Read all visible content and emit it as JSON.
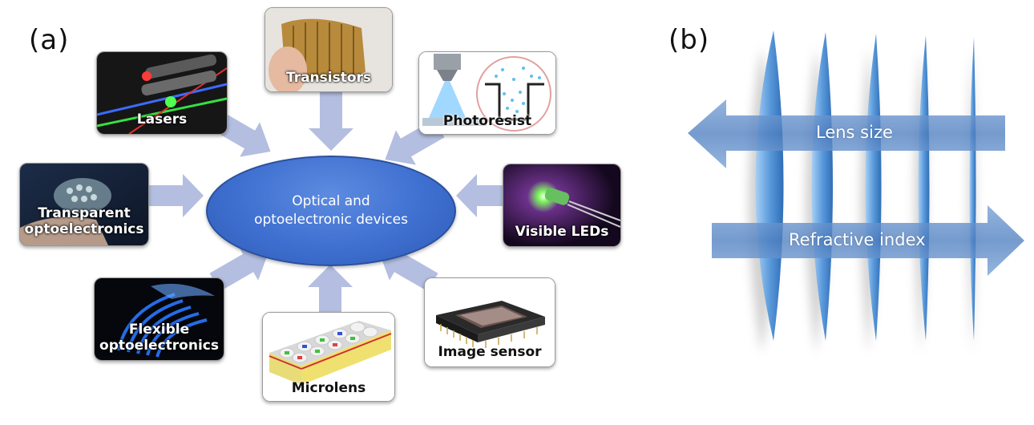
{
  "panel_a": {
    "label": "(a)",
    "center": {
      "line1": "Optical and",
      "line2": "optoelectronic devices"
    },
    "tiles": {
      "transistors": "Transistors",
      "lasers": "Lasers",
      "photoresist": "Photoresist",
      "transparent_line1": "Transparent",
      "transparent_line2": "optoelectronics",
      "visible_leds": "Visible LEDs",
      "flexible_line1": "Flexible",
      "flexible_line2": "optoelectronics",
      "image_sensor": "Image sensor",
      "microlens": "Microlens"
    }
  },
  "panel_b": {
    "label": "(b)",
    "arrow_left": "Lens size",
    "arrow_right": "Refractive index"
  },
  "colors": {
    "arrow_fill": "#b3bee0",
    "oval_fill": "#3e6fd0",
    "lens_blue": "#5b9bdc",
    "band_blue": "#4f7fc0"
  }
}
